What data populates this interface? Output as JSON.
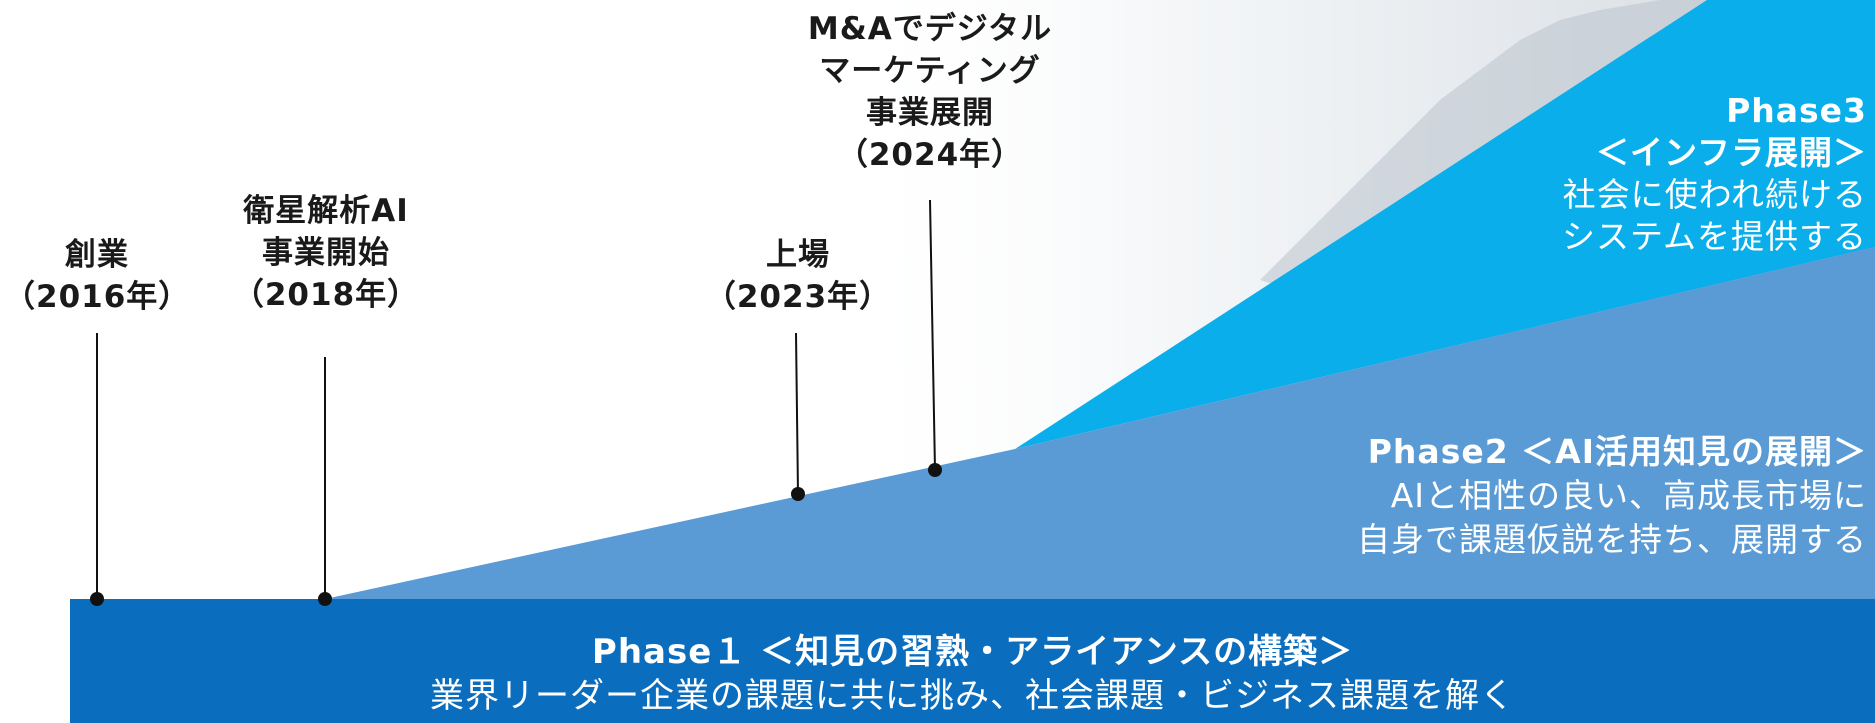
{
  "colors": {
    "phase1_fill": "#0a6dbd",
    "phase2_fill": "#5a9bd6",
    "phase3_fill": "#0aaeea",
    "mountain_mist": "#dde3e8",
    "marker": "#111111"
  },
  "milestones": [
    {
      "line1": "創業",
      "line2": "（2016年）"
    },
    {
      "line1": "衛星解析AI",
      "line2": "事業開始",
      "line3": "（2018年）"
    },
    {
      "line1": "上場",
      "line2": "（2023年）"
    },
    {
      "line1": "M&Aでデジタル",
      "line2": "マーケティング",
      "line3": "事業展開",
      "line4": "（2024年）"
    }
  ],
  "phase1": {
    "title": "Phase１ ＜知見の習熟・アライアンスの構築＞",
    "description": "業界リーダー企業の課題に共に挑み、社会課題・ビジネス課題を解く"
  },
  "phase2": {
    "title": "Phase2 ＜AI活用知見の展開＞",
    "line1": "AIと相性の良い、高成長市場に",
    "line2": "自身で課題仮説を持ち、展開する"
  },
  "phase3": {
    "title": "Phase3",
    "subtitle": "＜インフラ展開＞",
    "line1": "社会に使われ続ける",
    "line2": "システムを提供する"
  }
}
